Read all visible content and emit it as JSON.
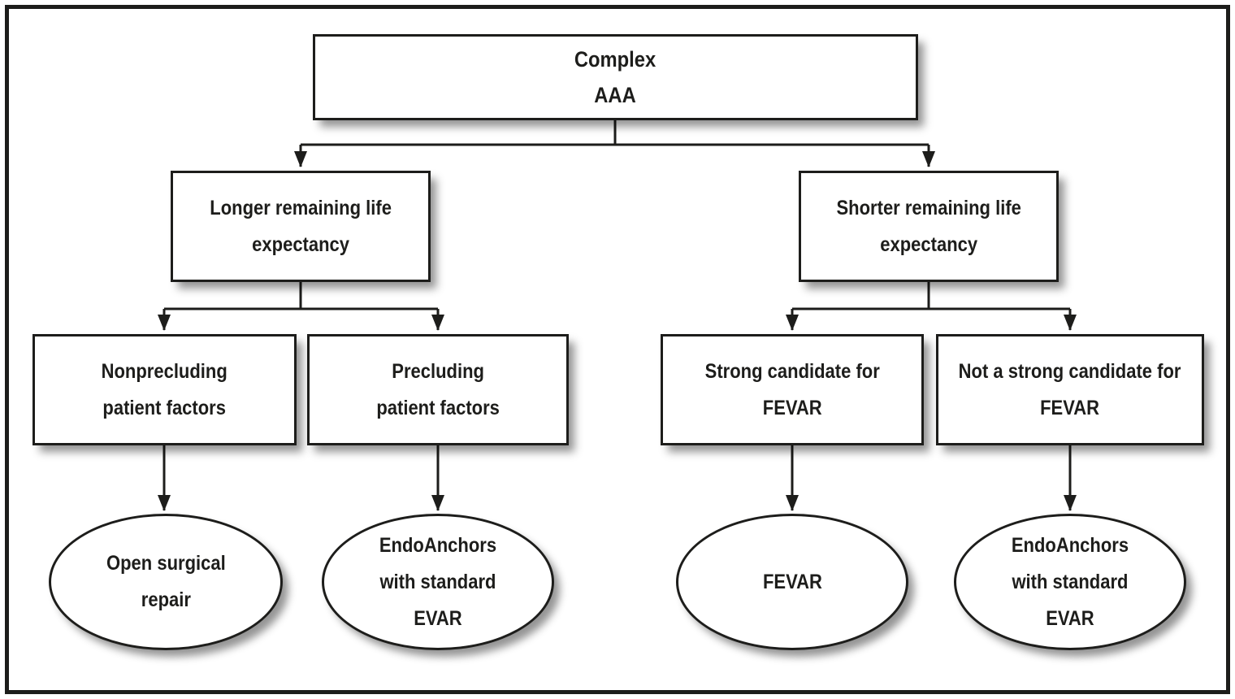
{
  "diagram": {
    "type": "flowchart",
    "background_color": "#ffffff",
    "line_color": "#1d1d1b",
    "node_fill_color": "#ffffff",
    "nodes": {
      "root": {
        "shape": "rect",
        "label": "Complex\nAAA"
      },
      "longer_life": {
        "shape": "rect",
        "label": "Longer remaining life\nexpectancy"
      },
      "shorter_life": {
        "shape": "rect",
        "label": "Shorter remaining life\nexpectancy"
      },
      "nonprecluding": {
        "shape": "rect",
        "label": "Nonprecluding\npatient factors"
      },
      "precluding": {
        "shape": "rect",
        "label": "Precluding\npatient factors"
      },
      "strong_candidate": {
        "shape": "rect",
        "label": "Strong candidate for\nFEVAR"
      },
      "not_strong_candidate": {
        "shape": "rect",
        "label": "Not a strong candidate for\nFEVAR"
      },
      "open_surgical_repair": {
        "shape": "ellipse",
        "label": "Open surgical\nrepair"
      },
      "endoanchors_evar_left": {
        "shape": "ellipse",
        "label": "EndoAnchors\nwith standard\nEVAR"
      },
      "fevar": {
        "shape": "ellipse",
        "label": "FEVAR"
      },
      "endoanchors_evar_right": {
        "shape": "ellipse",
        "label": "EndoAnchors\nwith standard\nEVAR"
      }
    },
    "edges": [
      {
        "from": "root",
        "to": "longer_life"
      },
      {
        "from": "root",
        "to": "shorter_life"
      },
      {
        "from": "longer_life",
        "to": "nonprecluding"
      },
      {
        "from": "longer_life",
        "to": "precluding"
      },
      {
        "from": "shorter_life",
        "to": "strong_candidate"
      },
      {
        "from": "shorter_life",
        "to": "not_strong_candidate"
      },
      {
        "from": "nonprecluding",
        "to": "open_surgical_repair"
      },
      {
        "from": "precluding",
        "to": "endoanchors_evar_left"
      },
      {
        "from": "strong_candidate",
        "to": "fevar"
      },
      {
        "from": "not_strong_candidate",
        "to": "endoanchors_evar_right"
      }
    ]
  }
}
